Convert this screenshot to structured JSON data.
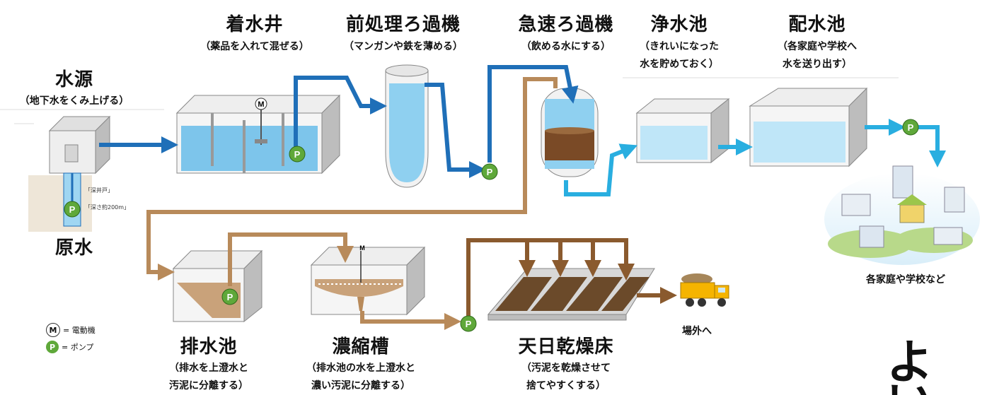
{
  "source": {
    "title": "水源",
    "sub": "（地下水をくみ上げる）",
    "well_label": "「深井戸」",
    "well_depth": "「深さ約200m」",
    "raw_water": "原水"
  },
  "stage1": {
    "title": "着水井",
    "sub": "（薬品を入れて混ぜる）"
  },
  "stage2": {
    "title": "前処理ろ過機",
    "sub": "（マンガンや鉄を薄める）"
  },
  "stage3": {
    "title": "急速ろ過機",
    "sub": "（飲める水にする）"
  },
  "stage4": {
    "title": "浄水池",
    "sub_line1": "（きれいになった",
    "sub_line2": "水を貯めておく）"
  },
  "stage5": {
    "title": "配水池",
    "sub_line1": "（各家庭や学校へ",
    "sub_line2": "水を送り出す）"
  },
  "destination": {
    "label": "各家庭や学校など"
  },
  "drain": {
    "title": "排水池",
    "sub_line1": "（排水を上澄水と",
    "sub_line2": "汚泥に分離する）"
  },
  "thickener": {
    "title": "濃縮槽",
    "sub_line1": "（排水池の水を上澄水と",
    "sub_line2": "濃い汚泥に分離する）"
  },
  "drying": {
    "title": "天日乾燥床",
    "sub_line1": "（汚泥を乾燥させて",
    "sub_line2": "捨てやすくする）"
  },
  "offsite": {
    "label": "場外へ"
  },
  "legend": {
    "motor_symbol": "M",
    "motor_text": "= 電動機",
    "pump_symbol": "P",
    "pump_text": "= ポンプ"
  },
  "corner_text_1": "よ",
  "corner_text_2": "い",
  "colors": {
    "water_pipe": "#1f6fb8",
    "clean_pipe": "#29aee0",
    "sludge_pipe": "#b88a5a",
    "drying_pipe": "#8a5a2e",
    "tank_water": "#9fd6f2",
    "pump_green": "#5fa83a"
  }
}
